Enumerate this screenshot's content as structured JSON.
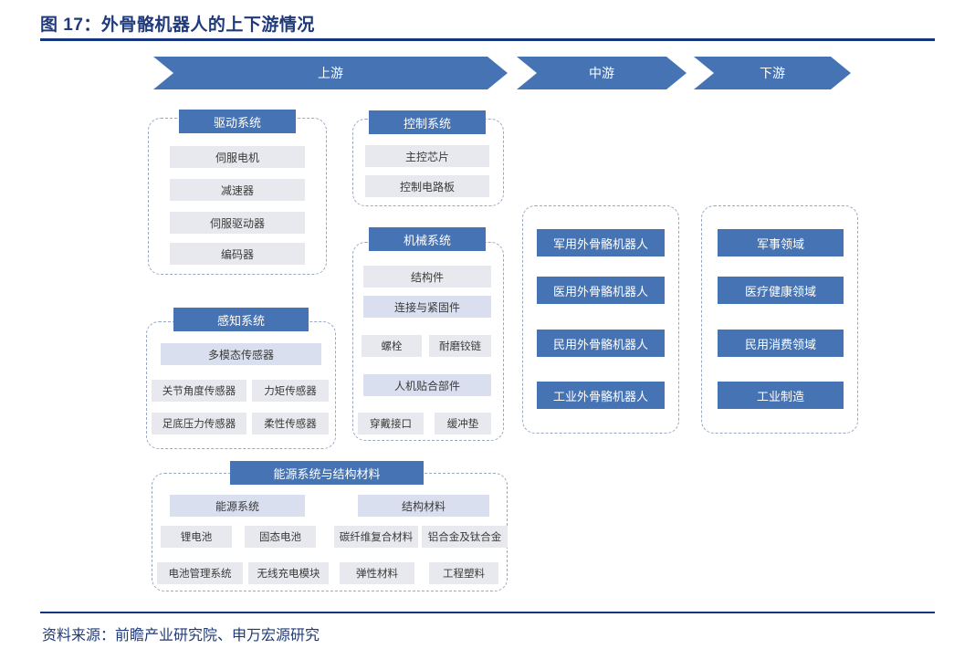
{
  "title": "图 17：外骨骼机器人的上下游情况",
  "source": "资料来源：前瞻产业研究院、申万宏源研究",
  "colors": {
    "title_navy": "#1f3a7a",
    "rule_navy": "#16357f",
    "accent_blue": "#4673b3",
    "chip_gray": "#e7e9ee",
    "chip_blue": "#d9dfee",
    "dashed_border": "#9aa8c4"
  },
  "banners": [
    {
      "label": "上游"
    },
    {
      "label": "中游"
    },
    {
      "label": "下游"
    }
  ],
  "upstream": {
    "drive_system": {
      "header": "驱动系统",
      "items": [
        "伺服电机",
        "减速器",
        "伺服驱动器",
        "编码器"
      ]
    },
    "control_system": {
      "header": "控制系统",
      "items": [
        "主控芯片",
        "控制电路板"
      ]
    },
    "perception_system": {
      "header": "感知系统",
      "lead": "多模态传感器",
      "items": [
        "关节角度传感器",
        "力矩传感器",
        "足底压力传感器",
        "柔性传感器"
      ]
    },
    "mechanical_system": {
      "header": "机械系统",
      "item_structure": "结构件",
      "sub_fastening": "连接与紧固件",
      "fastening_items": [
        "螺栓",
        "耐磨铰链"
      ],
      "sub_fitting": "人机贴合部件",
      "fitting_items": [
        "穿戴接口",
        "缓冲垫"
      ]
    },
    "energy_materials": {
      "header": "能源系统与结构材料",
      "energy": {
        "sub": "能源系统",
        "items": [
          "锂电池",
          "固态电池",
          "电池管理系统",
          "无线充电模块"
        ]
      },
      "materials": {
        "sub": "结构材料",
        "items": [
          "碳纤维复合材料",
          "铝合金及钛合金",
          "弹性材料",
          "工程塑料"
        ]
      }
    }
  },
  "midstream": {
    "items": [
      "军用外骨骼机器人",
      "医用外骨骼机器人",
      "民用外骨骼机器人",
      "工业外骨骼机器人"
    ]
  },
  "downstream": {
    "items": [
      "军事领域",
      "医疗健康领域",
      "民用消费领域",
      "工业制造"
    ]
  }
}
